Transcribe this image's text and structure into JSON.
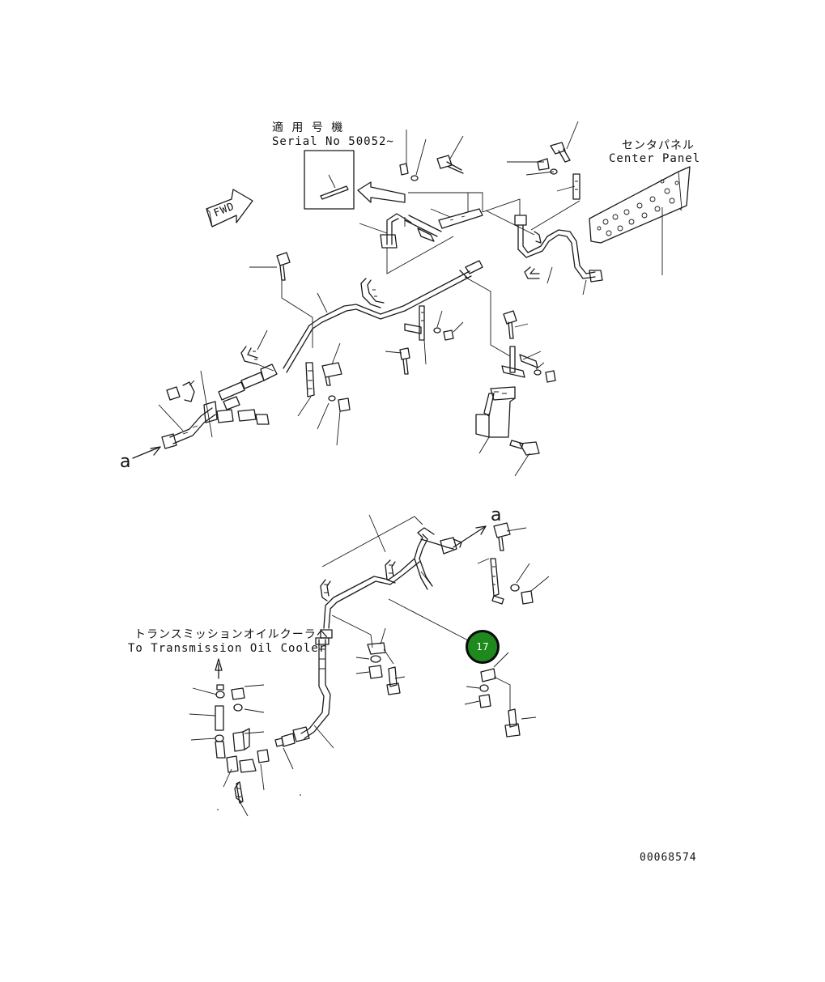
{
  "labels": {
    "serial_jp": "適 用 号 機",
    "serial_en": "Serial No 50052~",
    "center_jp": "センタパネル",
    "center_en": "Center Panel",
    "fwd": "FWD",
    "a_top": "a",
    "a_bottom": "a",
    "cooler_jp": "トランスミッションオイルクーラヘ",
    "cooler_en": "To Transmission Oil Cooler",
    "drawing_no": "00068574"
  },
  "callout": {
    "number": "17",
    "color": "#1e8a1e"
  },
  "icons": {
    "arrow": "arrow-icon",
    "fwd": "fwd-arrow-icon"
  }
}
